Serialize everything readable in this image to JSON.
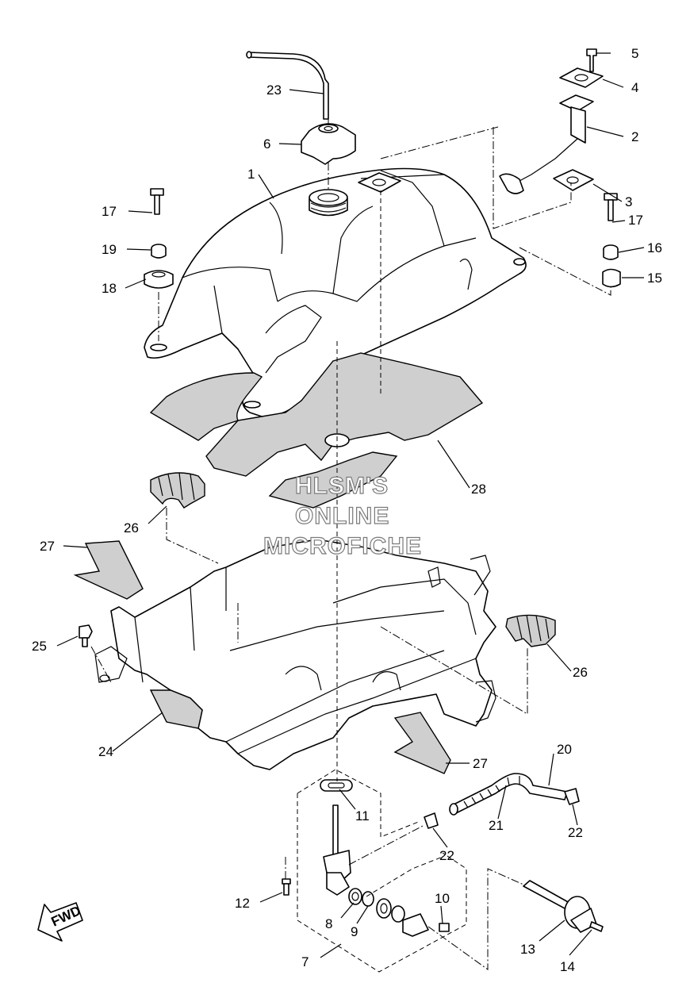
{
  "watermark": {
    "line1": "HLSM'S",
    "line2": "ONLINE",
    "line3": "MICROFICHE"
  },
  "direction_marker": {
    "text": "FWD"
  },
  "callouts": [
    {
      "id": "c1",
      "text": "1"
    },
    {
      "id": "c2",
      "text": "2"
    },
    {
      "id": "c3",
      "text": "3"
    },
    {
      "id": "c4",
      "text": "4"
    },
    {
      "id": "c5",
      "text": "5"
    },
    {
      "id": "c6",
      "text": "6"
    },
    {
      "id": "c7",
      "text": "7"
    },
    {
      "id": "c8",
      "text": "8"
    },
    {
      "id": "c9",
      "text": "9"
    },
    {
      "id": "c10",
      "text": "10"
    },
    {
      "id": "c11",
      "text": "11"
    },
    {
      "id": "c12",
      "text": "12"
    },
    {
      "id": "c13",
      "text": "13"
    },
    {
      "id": "c14",
      "text": "14"
    },
    {
      "id": "c15",
      "text": "15"
    },
    {
      "id": "c16",
      "text": "16"
    },
    {
      "id": "c17a",
      "text": "17"
    },
    {
      "id": "c17b",
      "text": "17"
    },
    {
      "id": "c18",
      "text": "18"
    },
    {
      "id": "c19",
      "text": "19"
    },
    {
      "id": "c20",
      "text": "20"
    },
    {
      "id": "c21",
      "text": "21"
    },
    {
      "id": "c22a",
      "text": "22"
    },
    {
      "id": "c22b",
      "text": "22"
    },
    {
      "id": "c23",
      "text": "23"
    },
    {
      "id": "c24",
      "text": "24"
    },
    {
      "id": "c25",
      "text": "25"
    },
    {
      "id": "c26a",
      "text": "26"
    },
    {
      "id": "c26b",
      "text": "26"
    },
    {
      "id": "c27a",
      "text": "27"
    },
    {
      "id": "c27b",
      "text": "27"
    },
    {
      "id": "c28",
      "text": "28"
    }
  ]
}
